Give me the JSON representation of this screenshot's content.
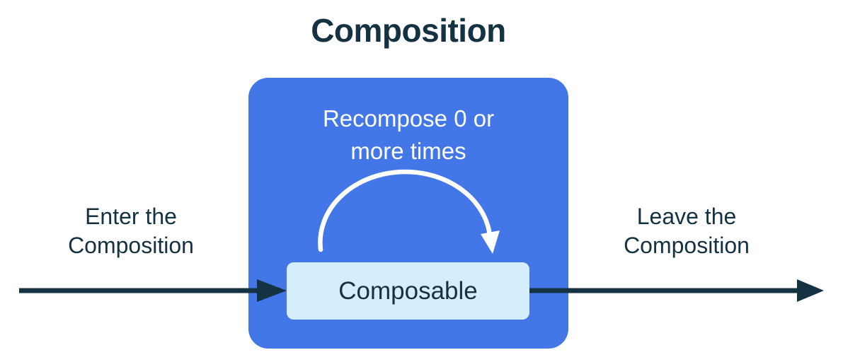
{
  "diagram": {
    "title": "Composition",
    "recompose_label": "Recompose 0 or\nmore times",
    "composable_label": "Composable",
    "enter_label": "Enter the\nComposition",
    "leave_label": "Leave the\nComposition"
  },
  "colors": {
    "container-blue": "#4377E8",
    "composable-fill": "#D6EDFB",
    "text-dark": "#143241",
    "text-light": "#FFFFFF",
    "canvas-bg": "#FFFFFF"
  }
}
